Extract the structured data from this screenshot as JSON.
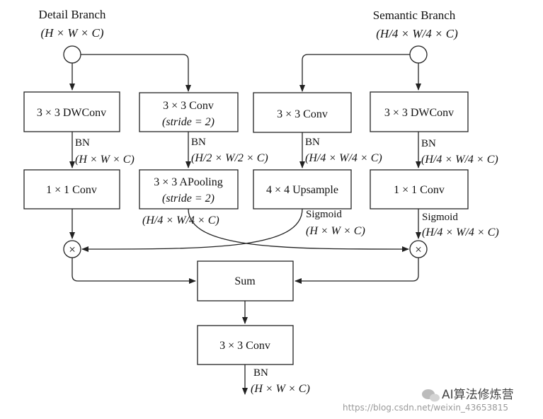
{
  "detail_branch": {
    "title": "Detail Branch",
    "dims": "(H × W × C)",
    "box_dwconv": "3 × 3 DWConv",
    "edge_bn": "BN",
    "edge_dims": "(H × W × C)",
    "box_1x1": "1 × 1 Conv",
    "box_conv_l1": "3 × 3 Conv",
    "box_conv_l2": "(stride = 2)",
    "edge2_bn": "BN",
    "edge2_dims": "(H/2 × W/2 × C)",
    "box_pool_l1": "3 × 3 APooling",
    "box_pool_l2": "(stride = 2)",
    "pool_dims": "(H/4 × W/4 × C)"
  },
  "semantic_branch": {
    "title": "Semantic Branch",
    "dims": "(H/4 × W/4 × C)",
    "box_conv": "3 × 3 Conv",
    "edge_bn": "BN",
    "edge_dims": "(H/4 × W/4 × C)",
    "box_upsample": "4 × 4 Upsample",
    "up_sig": "Sigmoid",
    "up_dims": "(H × W × C)",
    "box_dwconv": "3 × 3 DWConv",
    "edge2_bn": "BN",
    "edge2_dims": "(H/4 × W/4 × C)",
    "box_1x1": "1 × 1 Conv",
    "sig2": "Sigmoid",
    "sig2_dims": "(H/4 × W/4 × C)"
  },
  "merge": {
    "mult_symbol": "×",
    "sum": "Sum",
    "final_conv": "3 × 3 Conv",
    "out_bn": "BN",
    "out_dims": "(H × W × C)"
  },
  "watermark": {
    "brand": "AI算法修炼营",
    "url": "https://blog.csdn.net/weixin_43653815"
  }
}
